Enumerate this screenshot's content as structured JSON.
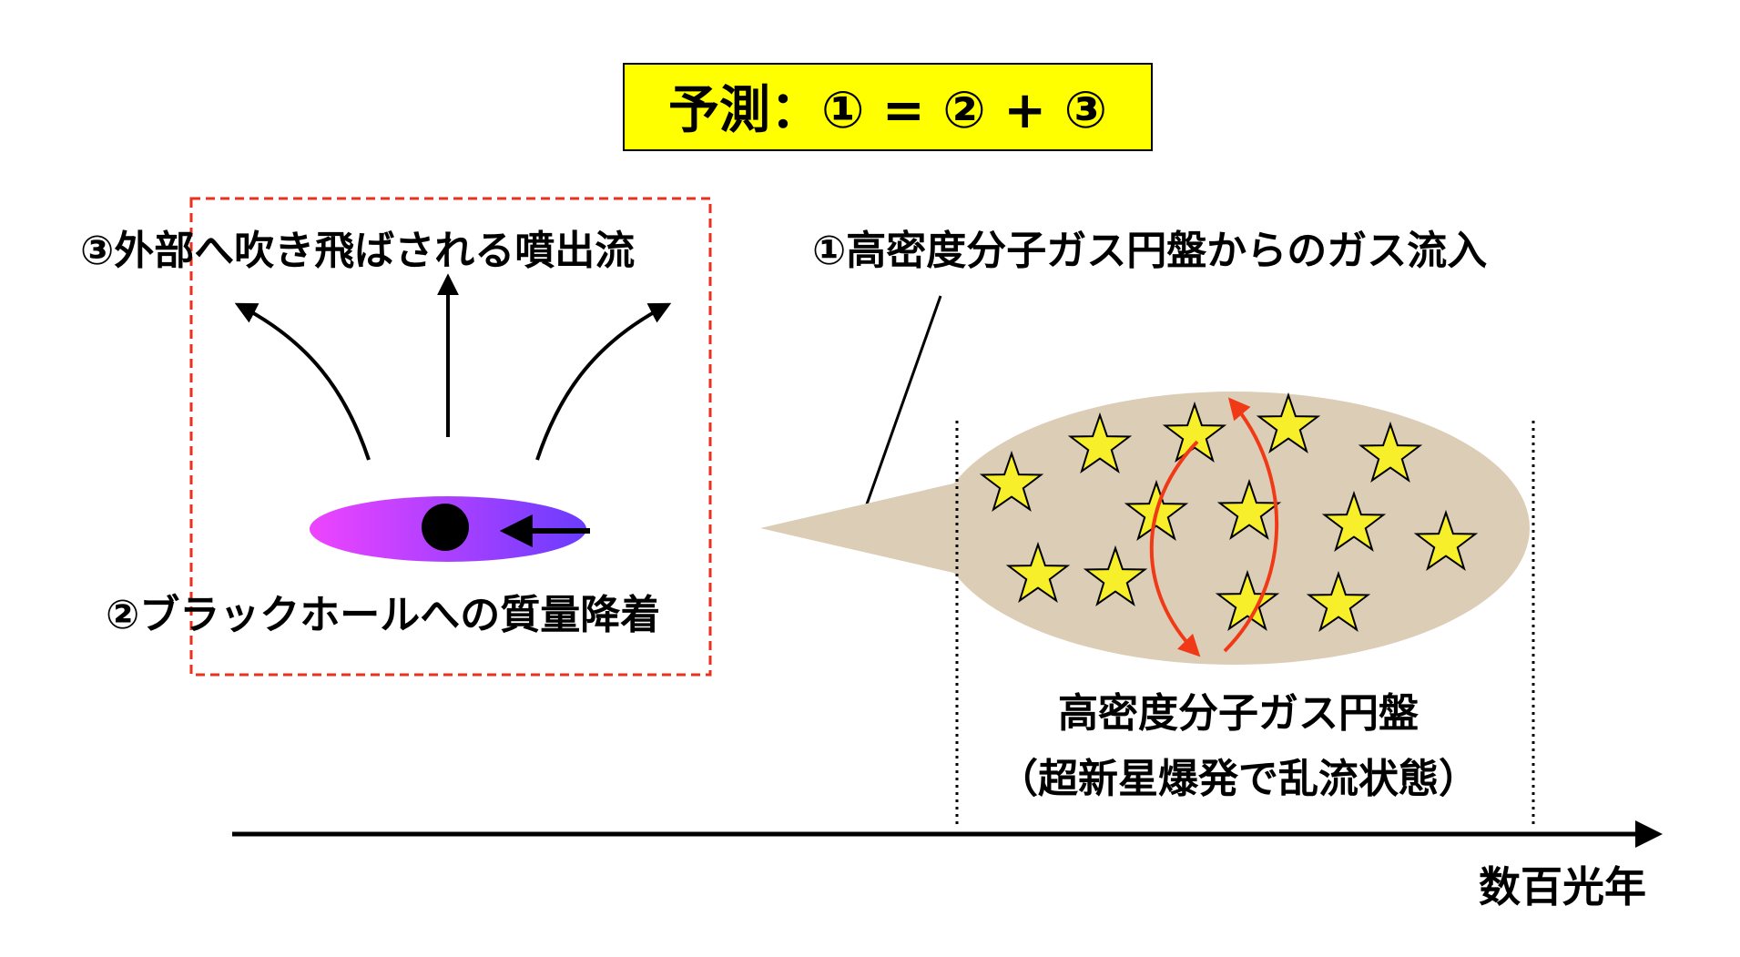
{
  "title": "予測：① = ② + ③",
  "labels": {
    "outflow": "③外部へ吹き飛ばされる噴出流",
    "inflow": "①高密度分子ガス円盤からのガス流入",
    "accretion": "②ブラックホールへの質量降着",
    "disk_name": "高密度分子ガス円盤",
    "disk_note": "（超新星爆発で乱流状態）",
    "scale": "数百光年"
  },
  "colors": {
    "title_bg": "#ffff00",
    "dashed_box": "#e8321e",
    "disk_fill": "#dccdb6",
    "star_fill": "#f7ef2a",
    "turbulence_arrow": "#f03a17",
    "accretion_disk_left": "#ee44ff",
    "accretion_disk_right": "#6a3cff"
  },
  "icons": {
    "black_hole": "filled-black-circle",
    "stars": "star-icon"
  }
}
